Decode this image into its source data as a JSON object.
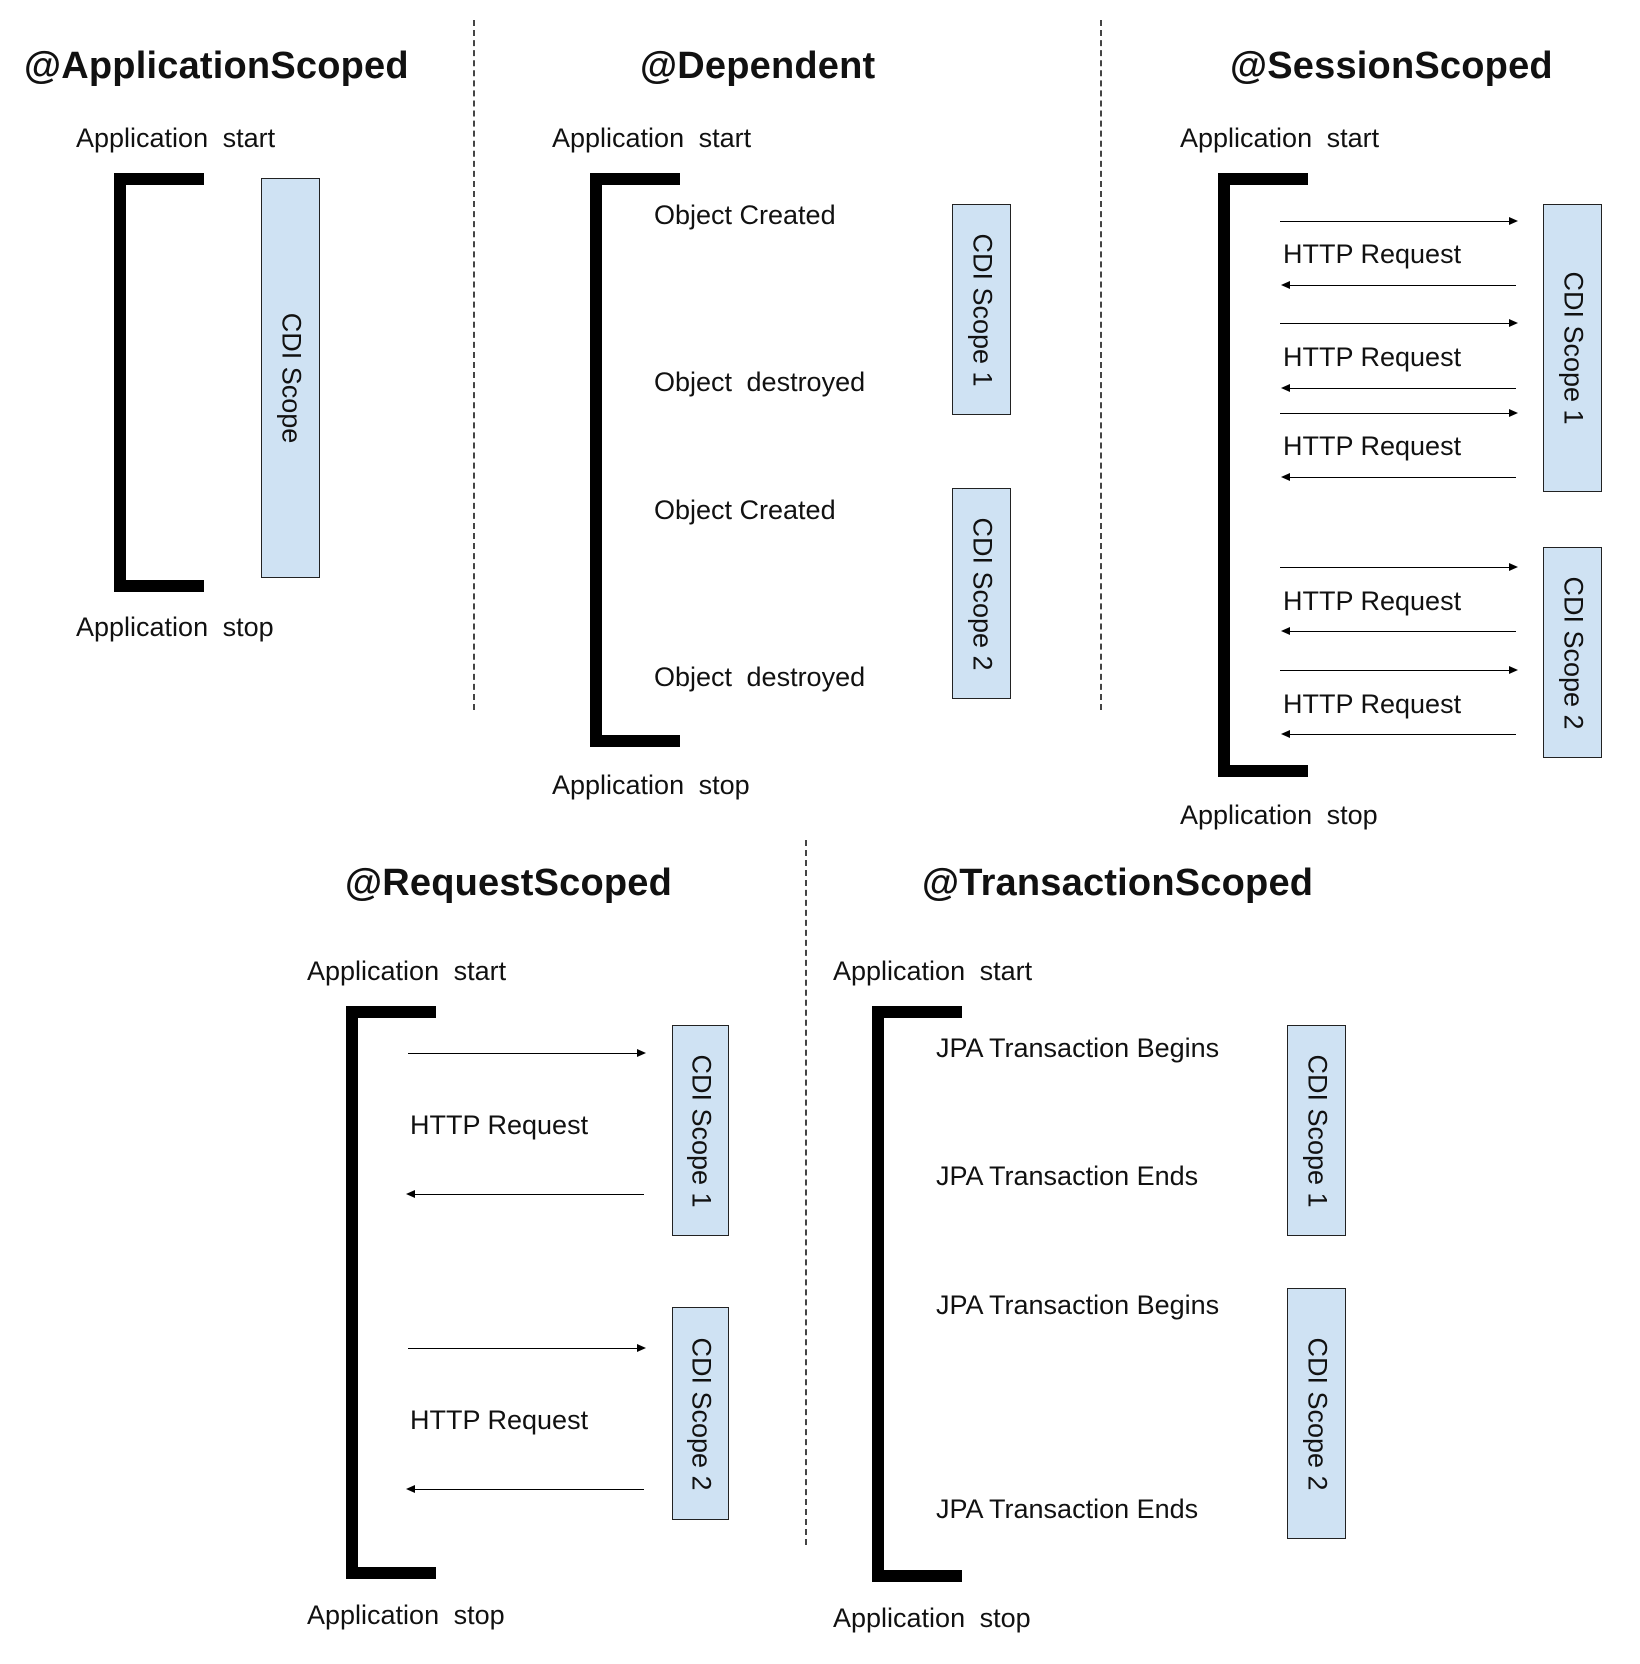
{
  "application_scoped": {
    "title": "@ApplicationScoped",
    "start_label": "Application  start",
    "stop_label": "Application  stop",
    "scope_label": "CDI Scope"
  },
  "dependent": {
    "title": "@Dependent",
    "start_label": "Application  start",
    "stop_label": "Application  stop",
    "events": [
      "Object Created",
      "Object  destroyed",
      "Object Created",
      "Object  destroyed"
    ],
    "scopes": [
      "CDI Scope 1",
      "CDI Scope 2"
    ]
  },
  "session_scoped": {
    "title": "@SessionScoped",
    "start_label": "Application  start",
    "stop_label": "Application  stop",
    "requests": [
      "HTTP Request",
      "HTTP Request",
      "HTTP Request",
      "HTTP Request",
      "HTTP Request"
    ],
    "scopes": [
      "CDI Scope 1",
      "CDI Scope 2"
    ]
  },
  "request_scoped": {
    "title": "@RequestScoped",
    "start_label": "Application  start",
    "stop_label": "Application  stop",
    "requests": [
      "HTTP Request",
      "HTTP Request"
    ],
    "scopes": [
      "CDI Scope 1",
      "CDI Scope 2"
    ]
  },
  "transaction_scoped": {
    "title": "@TransactionScoped",
    "start_label": "Application  start",
    "stop_label": "Application  stop",
    "events": [
      "JPA Transaction Begins",
      "JPA Transaction Ends",
      "JPA Transaction Begins",
      "JPA Transaction Ends"
    ],
    "scopes": [
      "CDI Scope 1",
      "CDI Scope 2"
    ]
  },
  "colors": {
    "scope_fill": "#cfe2f3",
    "bracket": "#000000",
    "divider": "#444444"
  }
}
